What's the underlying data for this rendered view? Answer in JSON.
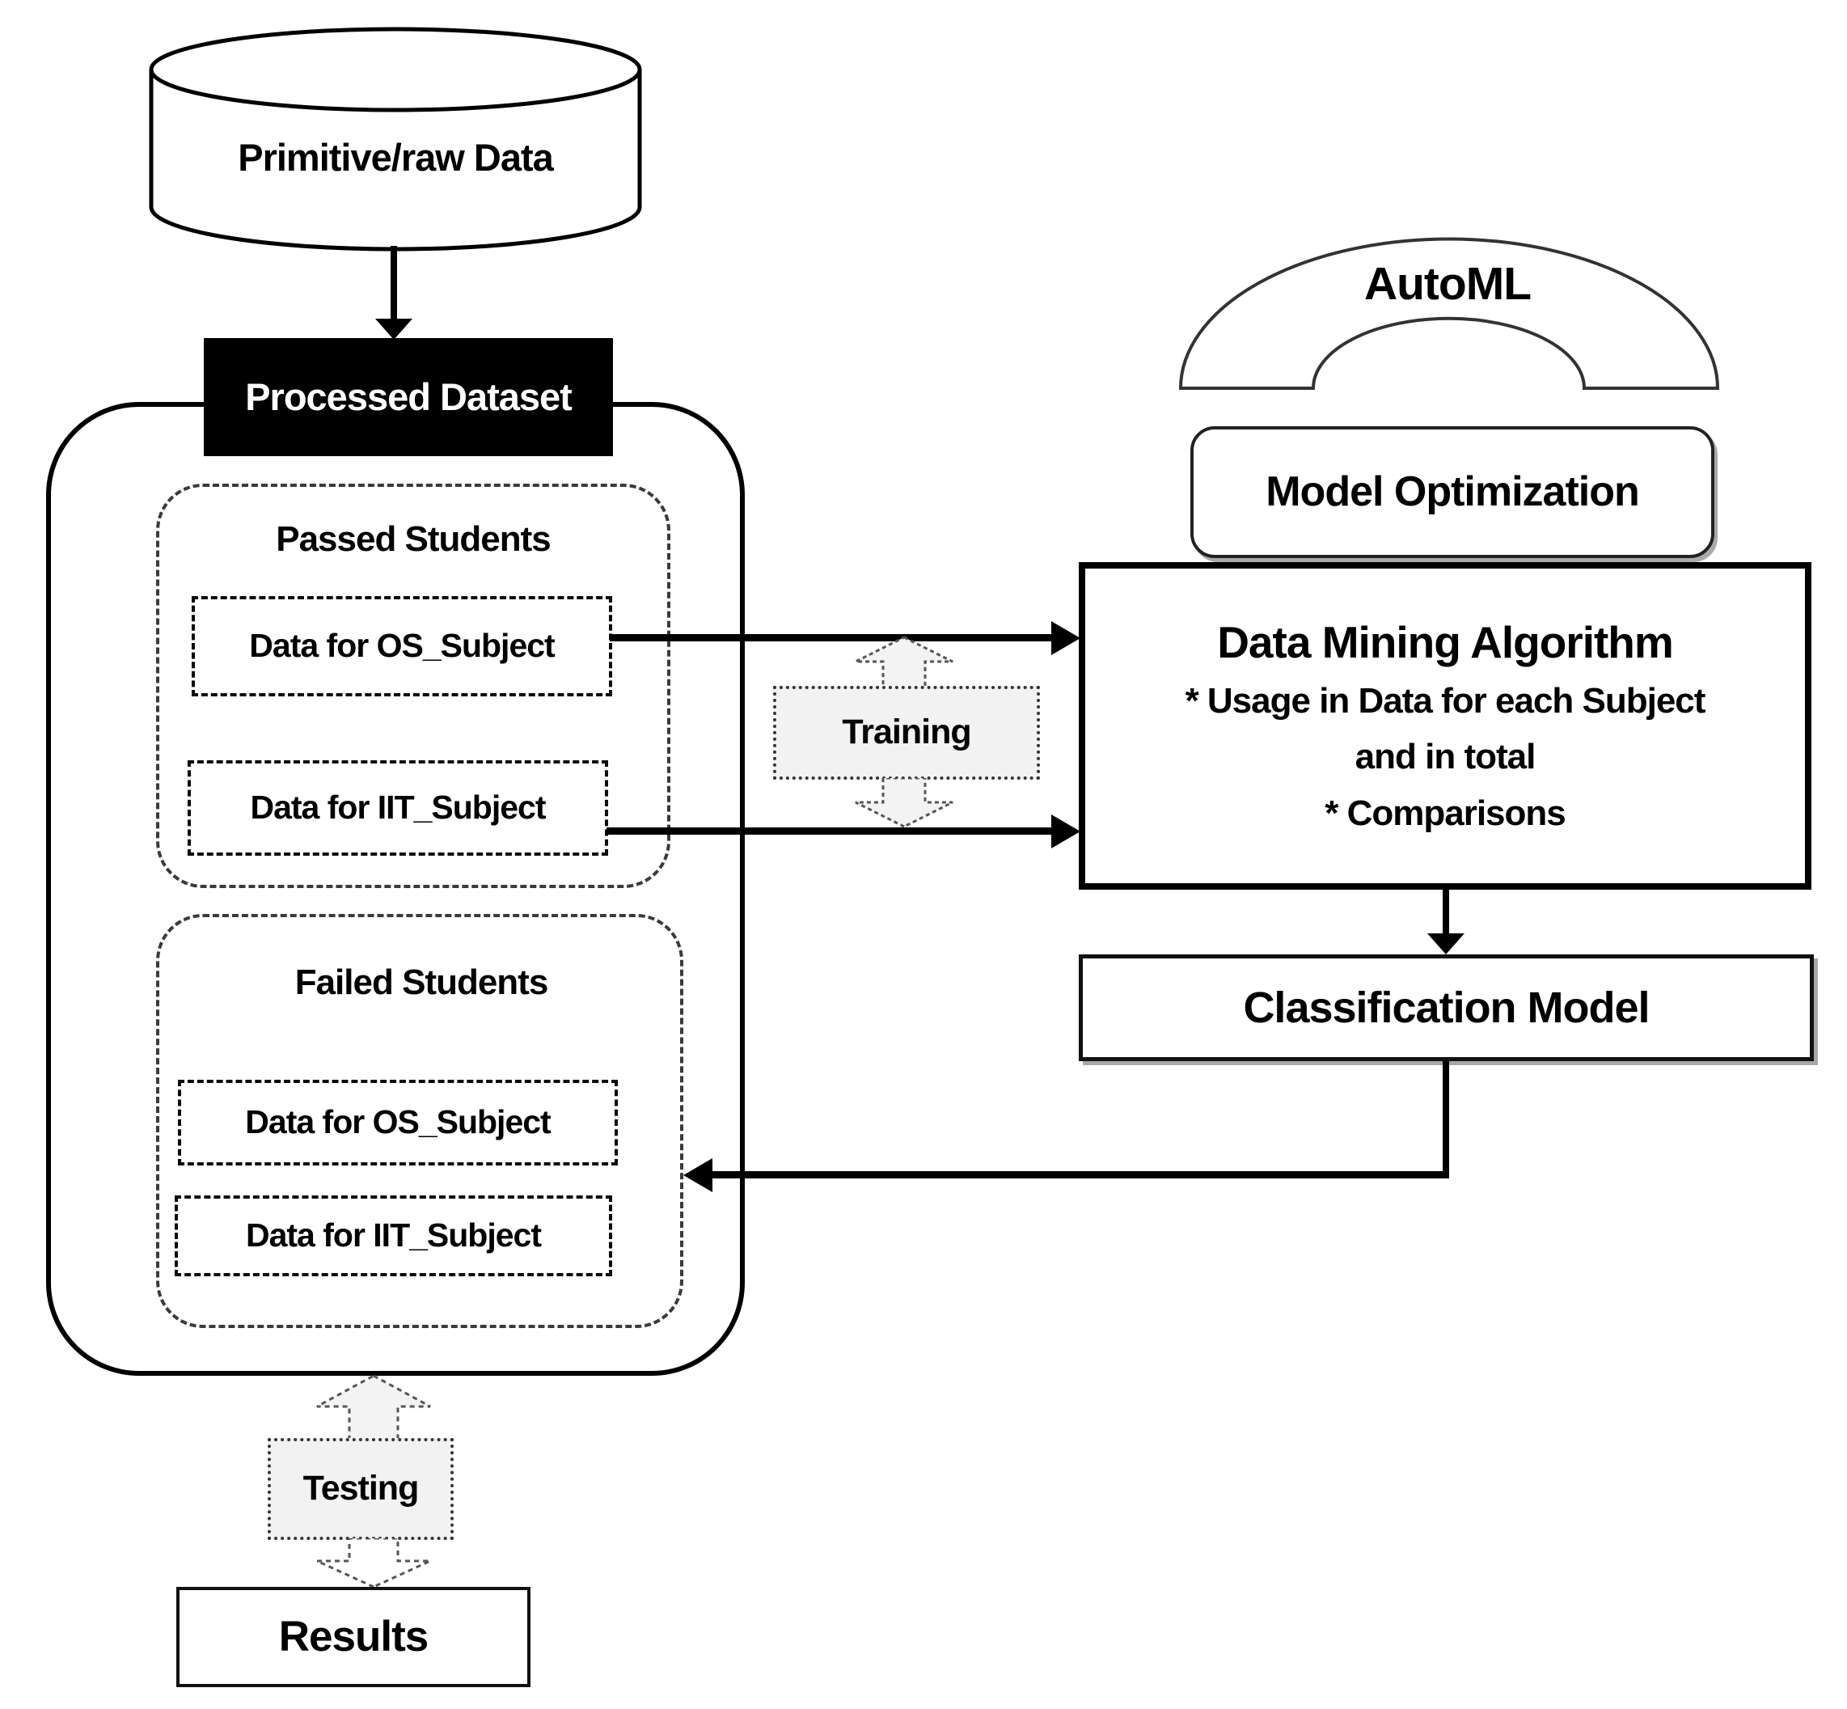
{
  "diagram": {
    "title_semantic": "AutoML student data mining workflow",
    "cylinder_label": "Primitive/raw Data",
    "processed_dataset_label": "Processed Dataset",
    "passed_group": {
      "label": "Passed Students",
      "os_box": "Data for OS_Subject",
      "iit_box": "Data for IIT_Subject"
    },
    "failed_group": {
      "label": "Failed Students",
      "os_box": "Data for OS_Subject",
      "iit_box": "Data for IIT_Subject"
    },
    "training_label": "Training",
    "testing_label": "Testing",
    "results_label": "Results",
    "automl_label": "AutoML",
    "model_optimization_label": "Model Optimization",
    "data_mining_box": {
      "title": "Data Mining Algorithm",
      "bullet1": "* Usage in Data for each Subject",
      "bullet2": "and in total",
      "bullet3": "*  Comparisons"
    },
    "classification_model_label": "Classification Model",
    "colors": {
      "ink": "#000000",
      "badge_fill": "#f2f2f2",
      "arrow_fill": "#f3f3f3",
      "shadow": "#a8a8a8",
      "background": "#ffffff"
    }
  }
}
